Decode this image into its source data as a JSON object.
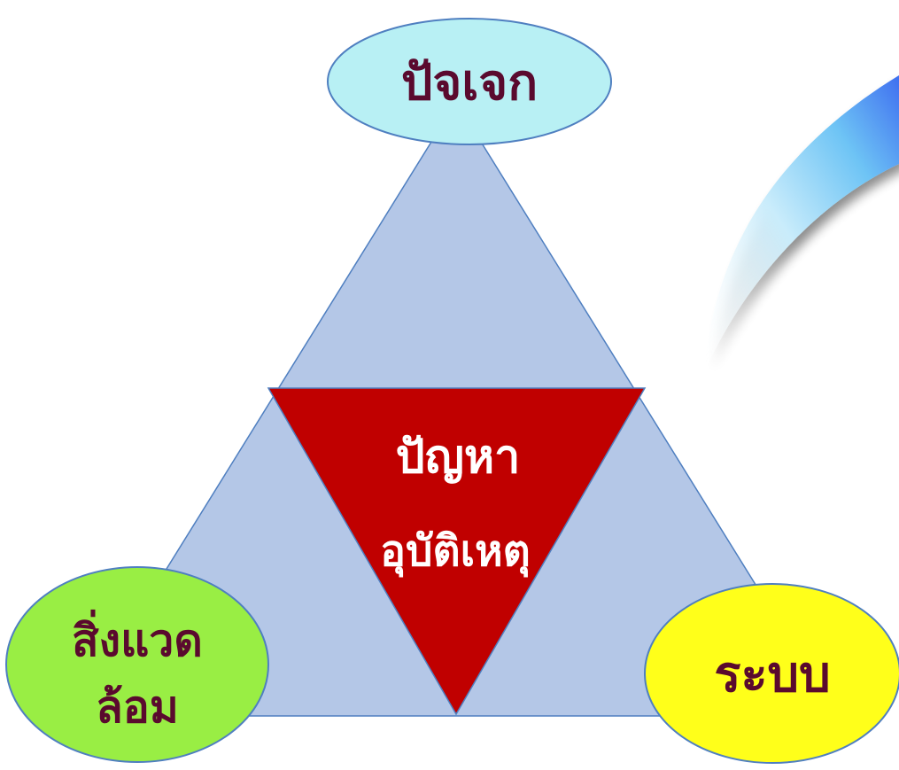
{
  "nodes": {
    "top": {
      "label": "ปัจเจก",
      "color": "#b8f0f4"
    },
    "bottom_left": {
      "line1": "สิ่งแวด",
      "line2": "ล้อม",
      "color": "#99ee44"
    },
    "bottom_right": {
      "label": "ระบบ",
      "color": "#ffff1a"
    }
  },
  "center": {
    "line1": "ปัญหา",
    "line2": "อุบัติเหตุ",
    "color": "#c00000"
  },
  "outer_triangle_color": "#b4c7e7",
  "text_color": "#5a0a2e"
}
